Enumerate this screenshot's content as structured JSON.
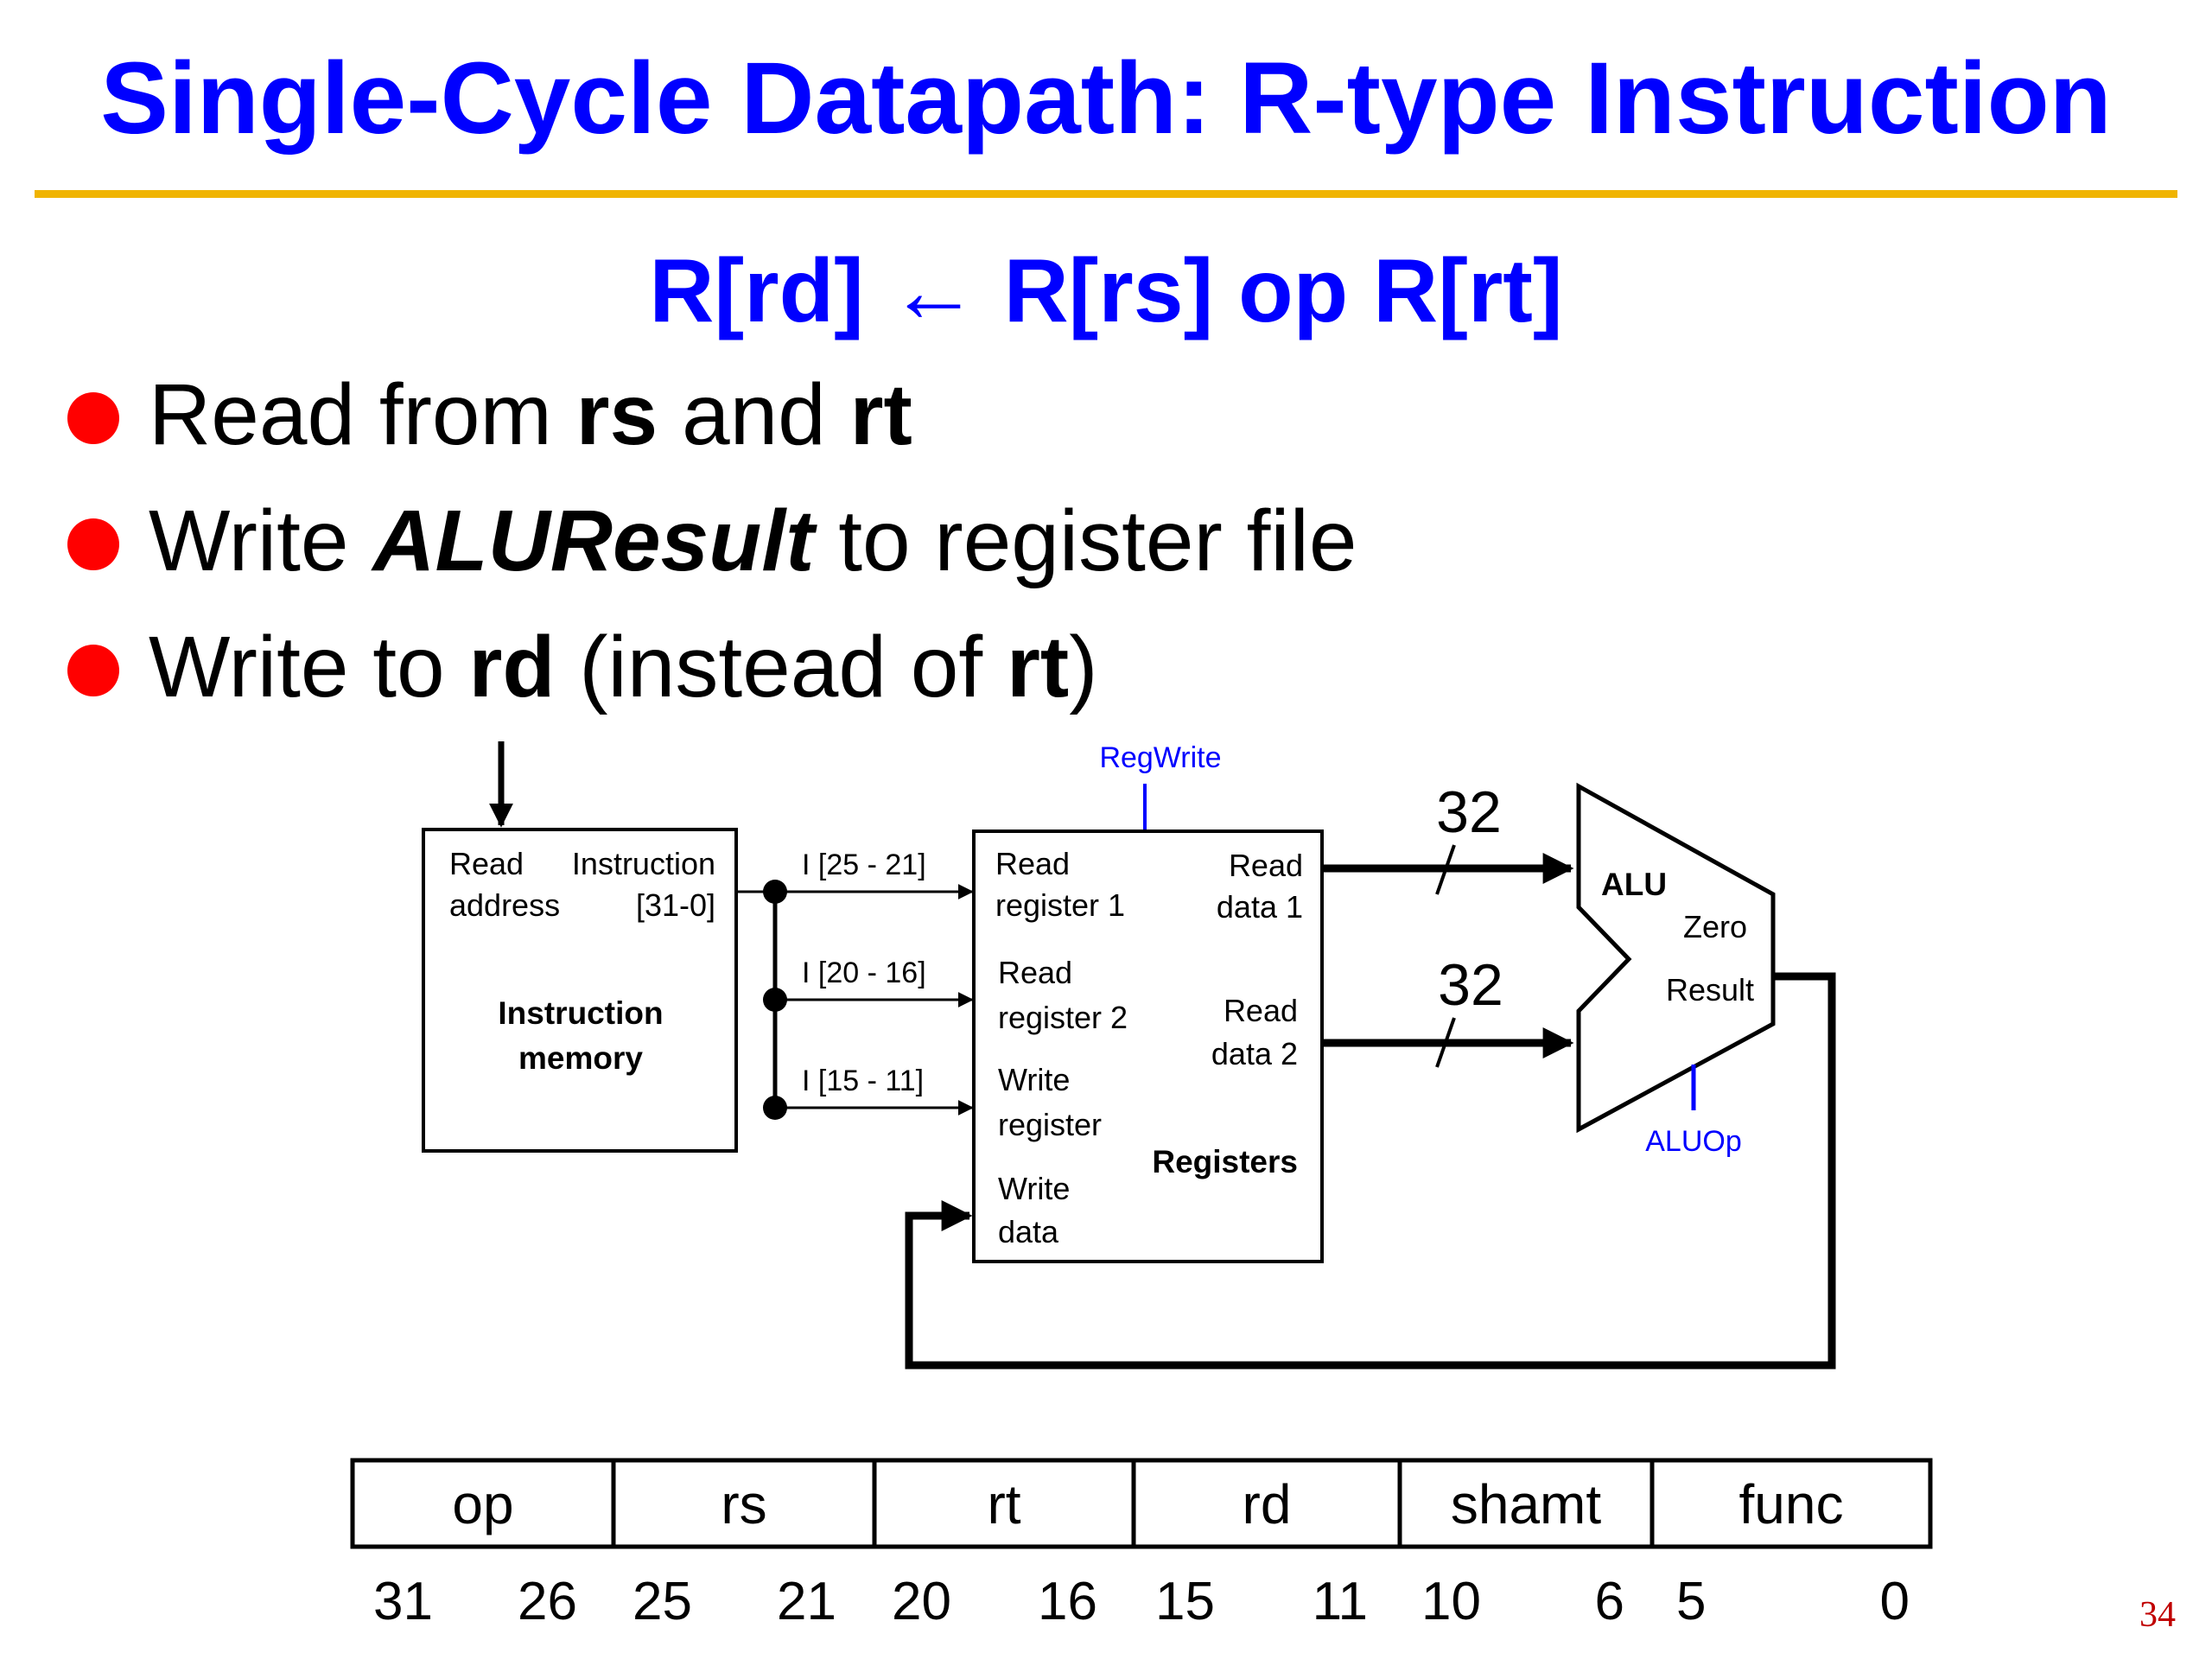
{
  "title": "Single-Cycle Datapath: R-type Instruction",
  "formula": "R[rd] ← R[rs] op R[rt]",
  "bullets": [
    {
      "segments": [
        {
          "text": "Read from ",
          "style": "normal"
        },
        {
          "text": "rs",
          "style": "bold"
        },
        {
          "text": " and ",
          "style": "normal"
        },
        {
          "text": "rt",
          "style": "bold"
        }
      ]
    },
    {
      "segments": [
        {
          "text": "Write ",
          "style": "normal"
        },
        {
          "text": "ALUResult",
          "style": "bolditalic"
        },
        {
          "text": " to register file",
          "style": "normal"
        }
      ]
    },
    {
      "segments": [
        {
          "text": "Write to ",
          "style": "normal"
        },
        {
          "text": "rd",
          "style": "bold"
        },
        {
          "text": " (instead of ",
          "style": "normal"
        },
        {
          "text": "rt",
          "style": "bold"
        },
        {
          "text": ")",
          "style": "normal"
        }
      ]
    }
  ],
  "diagram": {
    "instruction_memory": {
      "read_address": [
        "Read",
        "address"
      ],
      "instruction": [
        "Instruction",
        "[31-0]"
      ],
      "name": [
        "Instruction",
        "memory"
      ]
    },
    "fields": [
      "I [25 - 21]",
      "I [20 - 16]",
      "I [15 - 11]"
    ],
    "registers": {
      "read_register_1": [
        "Read",
        "register 1"
      ],
      "read_register_2": [
        "Read",
        "register 2"
      ],
      "write_register": [
        "Write",
        "register"
      ],
      "write_data": [
        "Write",
        "data"
      ],
      "read_data_1": [
        "Read",
        "data 1"
      ],
      "read_data_2": [
        "Read",
        "data 2"
      ],
      "name": "Registers"
    },
    "reg_write": "RegWrite",
    "bus_width_1": "32",
    "bus_width_2": "32",
    "alu": {
      "name": "ALU",
      "zero": "Zero",
      "result": "Result"
    },
    "alu_op": "ALUOp",
    "control_color": "#0000ff"
  },
  "instruction_format": {
    "fields": [
      {
        "name": "op",
        "hi": "31",
        "lo": "26"
      },
      {
        "name": "rs",
        "hi": "25",
        "lo": "21"
      },
      {
        "name": "rt",
        "hi": "20",
        "lo": "16"
      },
      {
        "name": "rd",
        "hi": "15",
        "lo": "11"
      },
      {
        "name": "shamt",
        "hi": "10",
        "lo": "6"
      },
      {
        "name": "func",
        "hi": "5",
        "lo": "0"
      }
    ]
  },
  "page_number": "34",
  "colors": {
    "title": "#0000ff",
    "rule": "#f0b400",
    "bullet": "#ff0000",
    "page_number": "#c00000"
  }
}
